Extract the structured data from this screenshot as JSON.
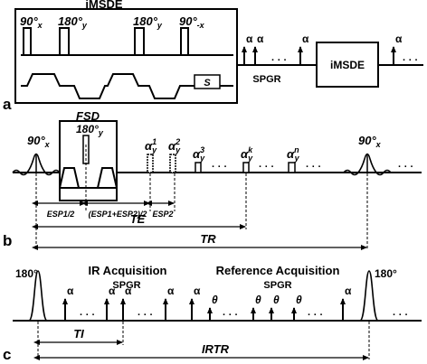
{
  "panel_a": {
    "label": "a",
    "box_title": "iMSDE",
    "pulses": [
      {
        "deg": "90°",
        "sub": "x"
      },
      {
        "deg": "180°",
        "sub": "y"
      },
      {
        "deg": "180°",
        "sub": "y"
      },
      {
        "deg": "90°",
        "sub": "-x"
      }
    ],
    "s_label": "S",
    "alpha": "α",
    "dots": "· · ·",
    "spgr_label": "SPGR",
    "imsde_block": "iMSDE"
  },
  "panel_b": {
    "label": "b",
    "fsd_label": "FSD",
    "pulse_90": {
      "deg": "90°",
      "sub": "x"
    },
    "pulse_180": {
      "deg": "180°",
      "sub": "y"
    },
    "alphas": [
      {
        "base": "α",
        "sup": "1",
        "sub": "y"
      },
      {
        "base": "α",
        "sup": "2",
        "sub": "y"
      },
      {
        "base": "α",
        "sup": "3",
        "sub": "y"
      },
      {
        "base": "α",
        "sup": "k",
        "sub": "y"
      },
      {
        "base": "α",
        "sup": "n",
        "sub": "y"
      }
    ],
    "dots": "· · ·",
    "esp1": "ESP1/2",
    "esp_mid": "(ESP1+ESP2)/2",
    "esp2": "ESP2",
    "te": "TE",
    "tr": "TR"
  },
  "panel_c": {
    "label": "c",
    "pulse_180": "180°",
    "ir_title": "IR Acquisition",
    "ref_title": "Reference Acquisition",
    "spgr_label": "SPGR",
    "alpha": "α",
    "theta": "θ",
    "dots": "· · ·",
    "ti": "TI",
    "irtr": "IRTR"
  }
}
